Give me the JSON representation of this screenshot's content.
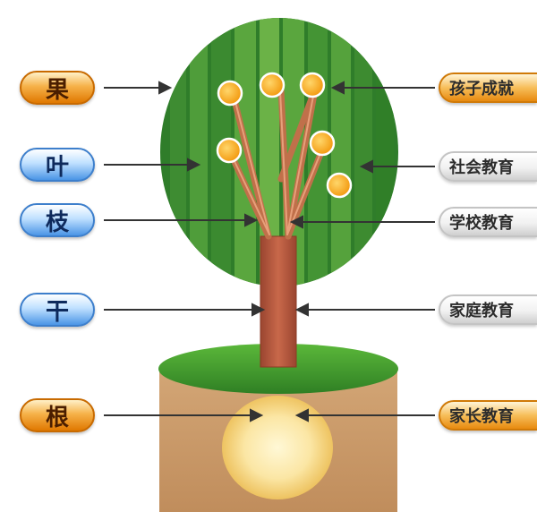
{
  "left_labels": {
    "fruit": "果",
    "leaf": "叶",
    "branch": "枝",
    "trunk": "干",
    "root": "根"
  },
  "right_labels": {
    "child_success": "孩子成就",
    "social_education": "社会教育",
    "school_education": "学校教育",
    "family_education": "家庭教育",
    "parent_education": "家长教育"
  },
  "colors": {
    "canopy_dark": "#2f7d2a",
    "canopy_light": "#5aa63e",
    "trunk": "#b4583a",
    "fruit": "#f6a51c",
    "soil": "#c89a6a",
    "grass_top": "#3f9a2c",
    "root_glow": "#f7df96",
    "arrow": "#333333"
  }
}
